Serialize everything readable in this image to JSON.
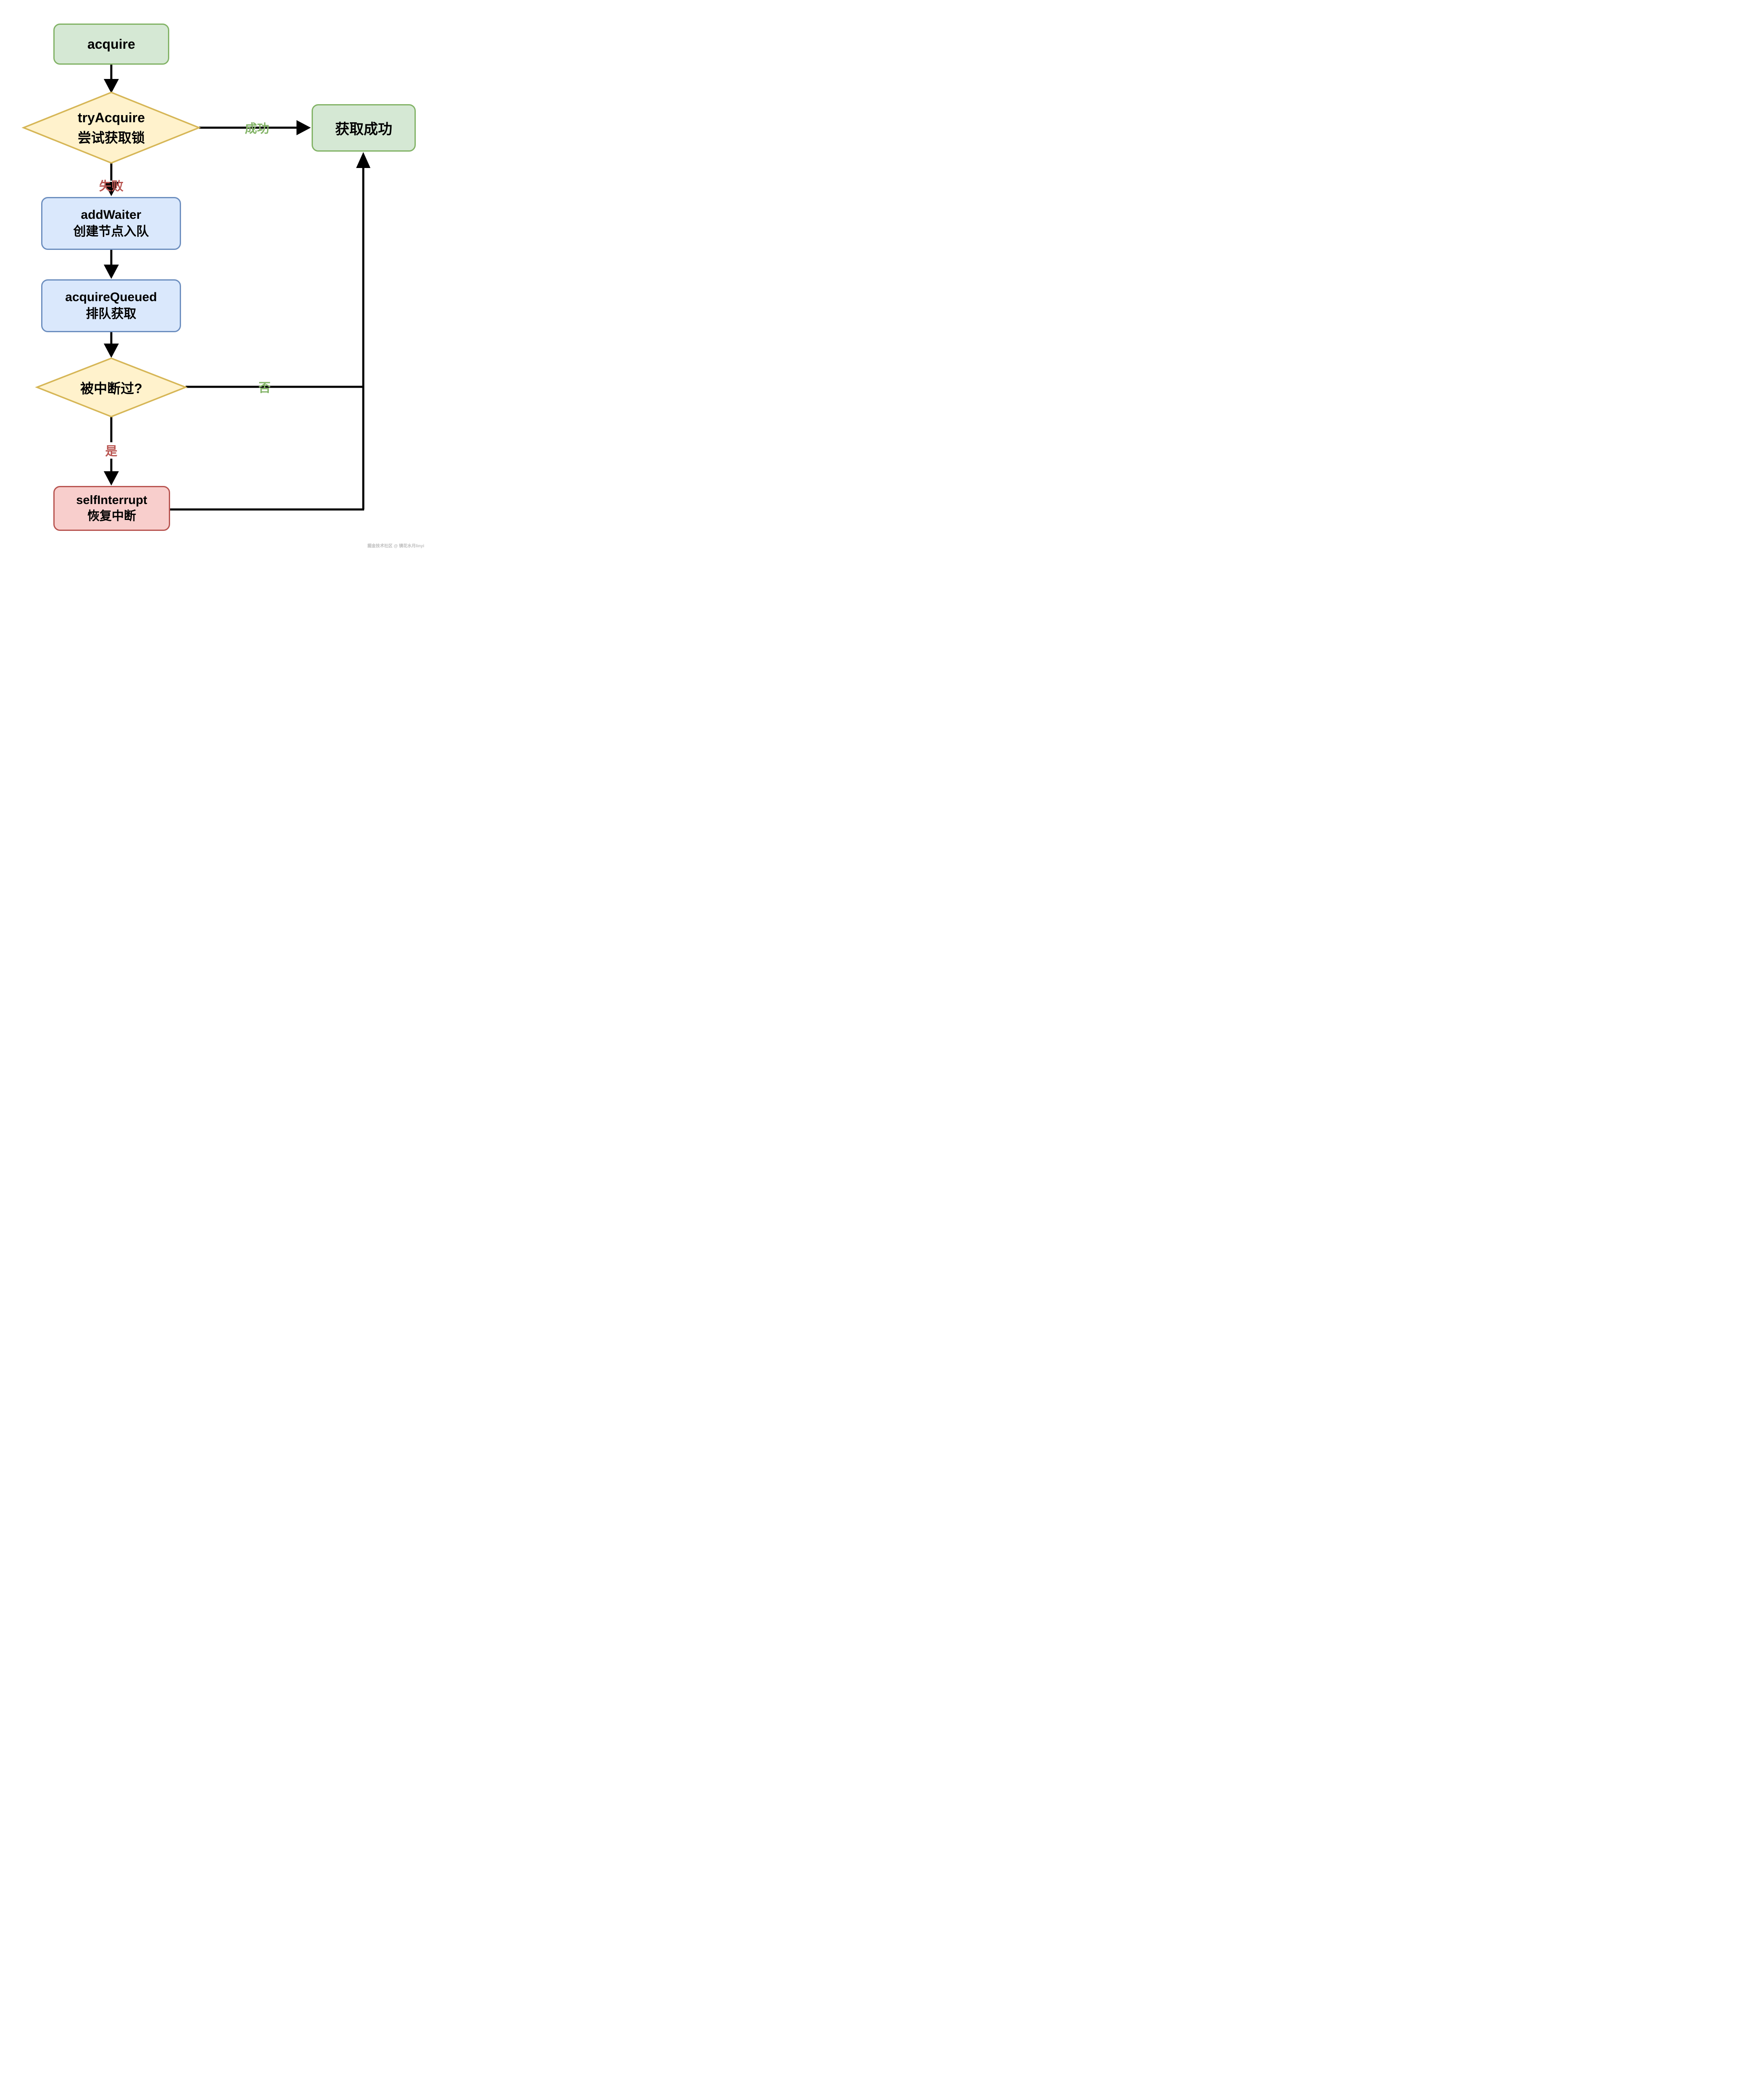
{
  "diagram": {
    "nodes": {
      "acquire": {
        "label": "acquire"
      },
      "try_acquire": {
        "line1": "tryAcquire",
        "line2": "尝试获取锁"
      },
      "acquire_success": {
        "label": "获取成功"
      },
      "add_waiter": {
        "line1": "addWaiter",
        "line2": "创建节点入队"
      },
      "acquire_queued": {
        "line1": "acquireQueued",
        "line2": "排队获取"
      },
      "interrupted_check": {
        "label": "被中断过?"
      },
      "self_interrupt": {
        "line1": "selfInterrupt",
        "line2": "恢复中断"
      }
    },
    "edge_labels": {
      "success": "成功",
      "fail": "失败",
      "no": "否",
      "yes": "是"
    },
    "colors": {
      "green_fill": "#d5e8d4",
      "green_border": "#82b366",
      "yellow_fill": "#fff2cc",
      "yellow_border": "#d6b656",
      "blue_fill": "#dae8fc",
      "blue_border": "#6c8ebf",
      "red_fill": "#f8cecc",
      "red_border": "#b85450",
      "label_green": "#82b366",
      "label_red": "#b85450",
      "edge": "#000000"
    },
    "watermark": "掘金技术社区 @ 镜花水月linyi"
  }
}
